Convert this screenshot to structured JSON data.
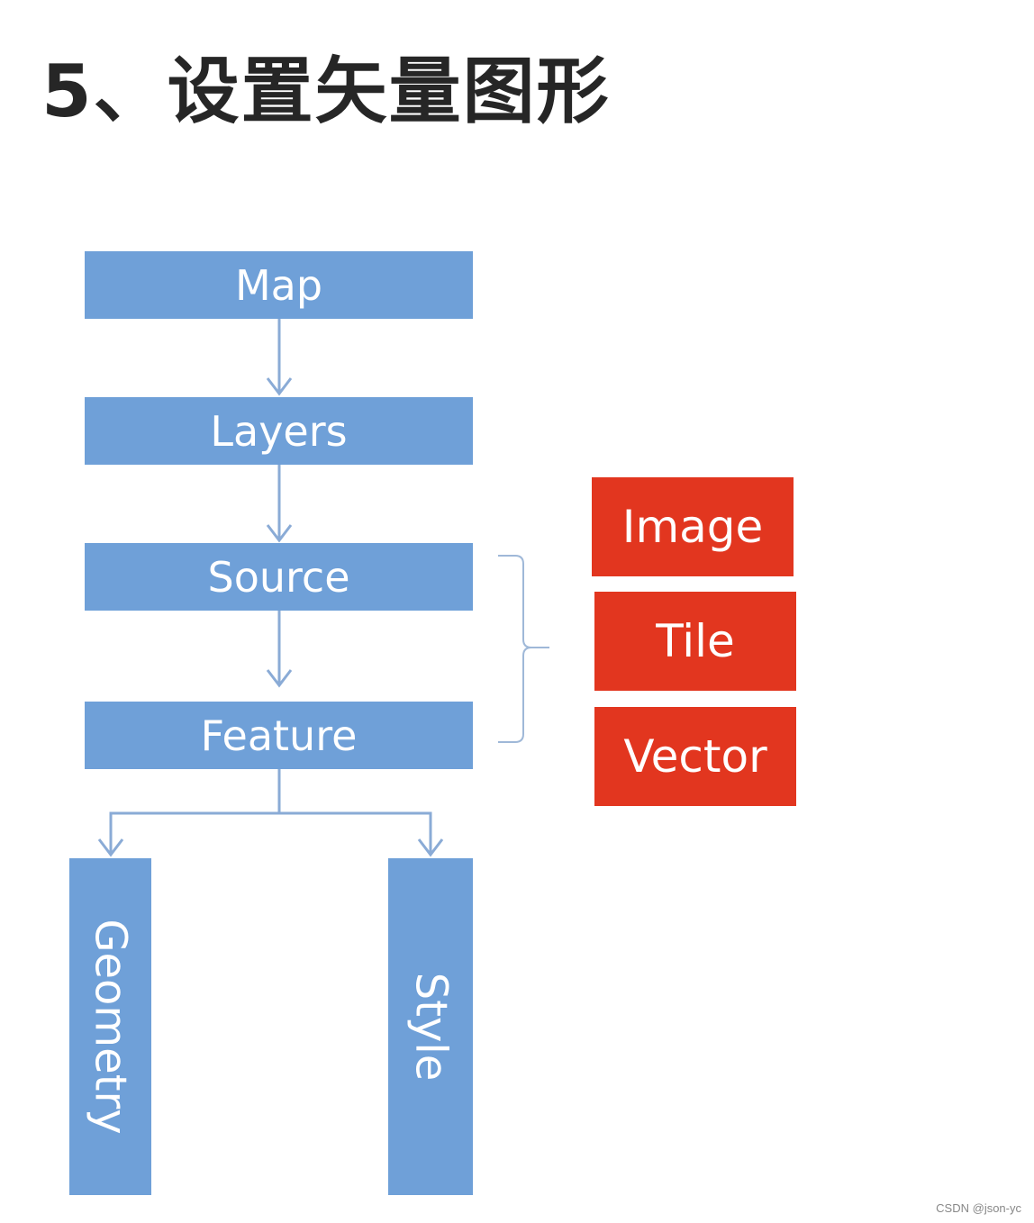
{
  "title": "5、设置矢量图形",
  "flow": {
    "map": "Map",
    "layers": "Layers",
    "source": "Source",
    "feature": "Feature",
    "geometry": "Geometry",
    "style": "Style"
  },
  "source_types": [
    "Image",
    "Tile",
    "Vector"
  ],
  "watermark": "CSDN @json-yc",
  "colors": {
    "flow_box": "#6fa0d8",
    "source_type_box": "#e2361f",
    "connector": "#8aabd6",
    "brace": "#9fb8d8"
  }
}
